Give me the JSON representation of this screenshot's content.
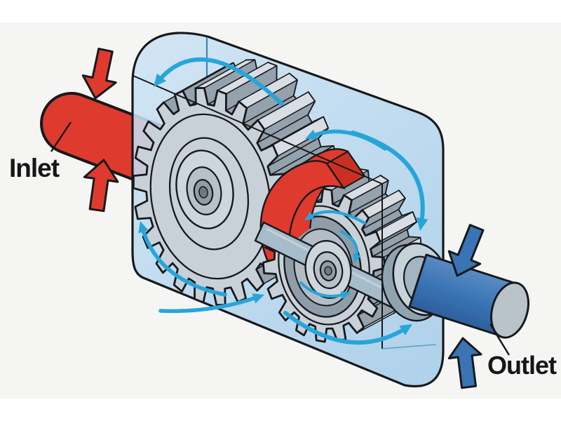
{
  "diagram": {
    "kind": "gear-pump-cutaway-illustration",
    "labels": {
      "inlet": "Inlet",
      "outlet": "Outlet"
    },
    "icons": [
      "inlet-flow-arrow-down",
      "inlet-flow-arrow-up",
      "outlet-flow-arrow-down",
      "outlet-flow-arrow-up",
      "flow-arc-top",
      "flow-arc-between-gears",
      "flow-arc-right",
      "flow-arc-left-bottom",
      "flow-arc-bottom-left",
      "flow-arc-bottom-right",
      "hub-swirl-arrow-top",
      "hub-swirl-arrow-right",
      "hub-swirl-arrow-bottom"
    ],
    "palette": {
      "background": "#f5f5f3",
      "letterbox": "#ffffff",
      "outline": "#17191c",
      "housing_light": "#cbe2f4",
      "housing_mid": "#a6cde9",
      "housing_edge_blue": "#3a87b5",
      "inlet_red": "#df3a2e",
      "red_dark": "#b02a20",
      "red_end": "#c93022",
      "flow_cyan": "#27a5d9",
      "outlet_blue": "#3a74b4",
      "outlet_blue_light": "#5b8cc4",
      "outlet_blue_dark": "#2b5c97",
      "gear_face": "#c8d1d8",
      "gear_side": "#93a2ac",
      "gear_tooth_top": "#d8dee3",
      "gear_back": "#adb9c2",
      "gear_back_small": "#a2aeb8",
      "gear_cup": "#8e9da8",
      "gear_cup_floor": "#b2bdc5",
      "hub_light": "#cdd6dc",
      "hub_mid": "#b6c1c9",
      "bore": "#909da6",
      "bore_inner": "#6d7a83",
      "bar_fill": "#a7bccb",
      "flange_back": "#8fa3b0",
      "flange_outer": "#c5d2da",
      "flange_inner": "#a3b5c0",
      "pipe_cap": "#b9c3ca",
      "label_color": "#161616"
    }
  }
}
